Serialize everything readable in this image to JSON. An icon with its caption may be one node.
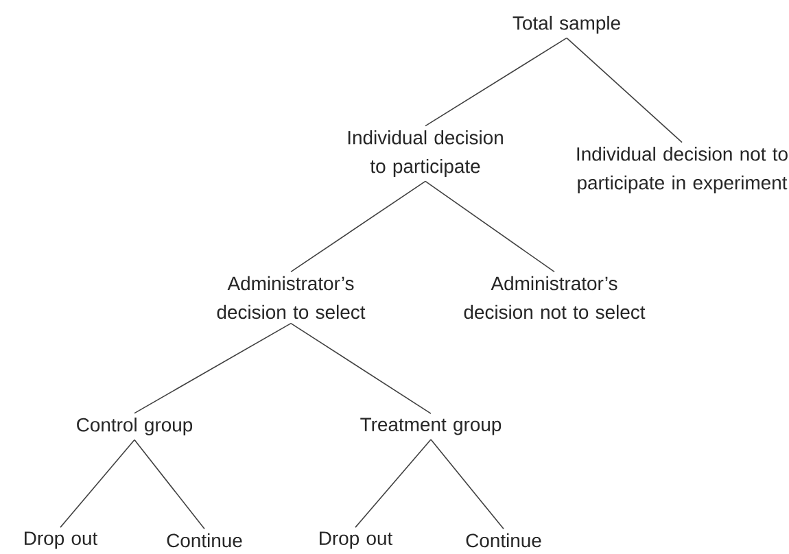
{
  "diagram": {
    "nodes": [
      {
        "text": [
          "Total sample"
        ]
      },
      {
        "text": [
          "Individual decision to participate"
        ]
      },
      {
        "text": [
          "Individual decision not to participate in experiment"
        ]
      },
      {
        "text": [
          "Administrator’s decision to select"
        ]
      },
      {
        "text": [
          "Administrator’s decision not to select"
        ]
      },
      {
        "text": [
          "Control group"
        ]
      },
      {
        "text": [
          "Treatment group"
        ]
      },
      {
        "text": [
          "Drop out"
        ]
      },
      {
        "text": [
          "Continue"
        ]
      },
      {
        "text": [
          "Drop out"
        ]
      },
      {
        "text": [
          "Continue"
        ]
      }
    ],
    "edges": [
      {
        "from": 0,
        "to": 1,
        "arrow": "none"
      },
      {
        "from": 0,
        "to": 2,
        "arrow": "none"
      },
      {
        "from": 1,
        "to": 3,
        "arrow": "none"
      },
      {
        "from": 1,
        "to": 4,
        "arrow": "none"
      },
      {
        "from": 3,
        "to": 5,
        "arrow": "none"
      },
      {
        "from": 3,
        "to": 6,
        "arrow": "none"
      },
      {
        "from": 5,
        "to": 7,
        "arrow": "none"
      },
      {
        "from": 5,
        "to": 8,
        "arrow": "none"
      },
      {
        "from": 6,
        "to": 9,
        "arrow": "none"
      },
      {
        "from": 6,
        "to": 10,
        "arrow": "none"
      }
    ]
  }
}
